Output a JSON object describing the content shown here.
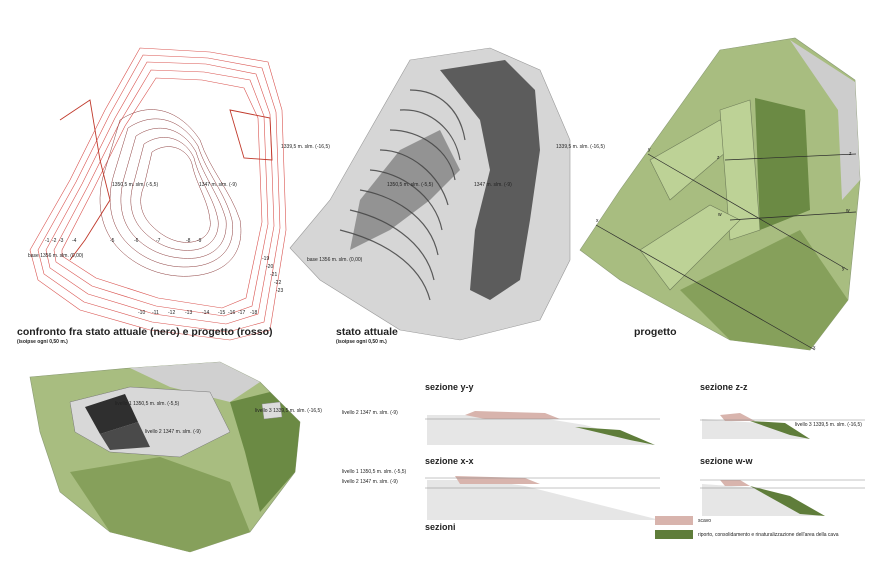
{
  "panels": {
    "confronto": {
      "title": "confronto fra stato attuale (nero) e progetto (rosso)",
      "subtitle": "(isoipse ogni 0,50 m.)",
      "labels": {
        "base": "base 1356 m. slm. (0,00)",
        "liv1": "1350,5 m. slm. (-5,5)",
        "liv2": "1347 m. slm. (-9)",
        "liv3": "1339,5 m. slm. (-16,5)"
      },
      "ticks_top": [
        "-1",
        "-2",
        "-3",
        "-4",
        "-5",
        "-6",
        "-7",
        "-8",
        "-9"
      ],
      "ticks_bottom": [
        "-10",
        "-11",
        "-12",
        "-13",
        "-14",
        "-15",
        "-16",
        "-17",
        "-18"
      ],
      "ticks_right": [
        "-19",
        "-20",
        "-21",
        "-22",
        "-23"
      ]
    },
    "stato": {
      "title": "stato attuale",
      "subtitle": "(isoipse ogni 0,50 m.)",
      "labels": {
        "base": "base 1356 m. slm. (0,00)",
        "liv1": "1350,5 m. slm. (-5,5)",
        "liv2": "1347 m. slm. (-9)",
        "liv3": "1339,5 m. slm. (-16,5)"
      }
    },
    "progetto": {
      "title": "progetto",
      "section_marks": [
        "y",
        "z",
        "z",
        "w",
        "w",
        "y",
        "x",
        "x"
      ]
    },
    "axon": {
      "labels": {
        "liv1": "livello 1  1350,5 m. slm. (-5,5)",
        "liv2": "livello 2  1347 m. slm. (-9)",
        "liv3": "livello 3  1339,5 m. slm. (-16,5)"
      }
    }
  },
  "sections": {
    "heading": "sezioni",
    "yy": {
      "title": "sezione  y-y",
      "label": "livello 2  1347 m. slm. (-9)"
    },
    "zz": {
      "title": "sezione  z-z",
      "label": "livello 3  1339,5 m. slm. (-16,5)"
    },
    "xx": {
      "title": "sezione x-x",
      "label1": "livello 1  1350,5 m. slm. (-5,5)",
      "label2": "livello 2  1347 m. slm. (-9)"
    },
    "ww": {
      "title": "sezione  w-w"
    }
  },
  "legend": {
    "scavo": "scavo",
    "riporto": "riporto, consolidamento e rinaturalizzazione dell'area della cava",
    "scavo_color": "#d8b4ad",
    "riporto_color": "#5f7d3a"
  },
  "colors": {
    "red_contour": "#d9534f",
    "grey_dark": "#5c5c5c",
    "grey_light": "#d4d4d4",
    "green_light": "#b5c98c",
    "green_dark": "#6b8a44"
  }
}
